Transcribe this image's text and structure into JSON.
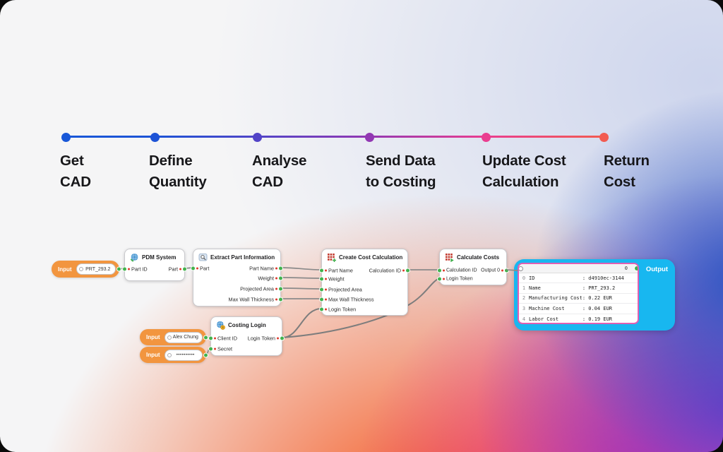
{
  "timeline": {
    "milestones": [
      {
        "label": "Get\nCAD",
        "color": "#1857d8"
      },
      {
        "label": "Define\nQuantity",
        "color": "#1d53d6"
      },
      {
        "label": "Analyse\nCAD",
        "color": "#5244c7"
      },
      {
        "label": "Send Data\nto Costing",
        "color": "#9238b3"
      },
      {
        "label": "Update Cost\nCalculation",
        "color": "#ea3d90"
      },
      {
        "label": "Return\nCost",
        "color": "#f25b51"
      }
    ]
  },
  "inputs": [
    {
      "label": "Input",
      "value": "PRT_293.2"
    },
    {
      "label": "Input",
      "value": "Alex Chung"
    },
    {
      "label": "Input",
      "value": "••••••••••"
    }
  ],
  "nodes": {
    "pdm": {
      "title": "PDM System",
      "icon": "globe-sync-icon",
      "inputs": [
        "Part ID"
      ],
      "outputs": [
        "Part"
      ]
    },
    "extract": {
      "title": "Extract Part Information",
      "icon": "magnifier-box-icon",
      "inputs": [
        "Part"
      ],
      "outputs": [
        "Part Name",
        "Weight",
        "Projected Area",
        "Max Wall Thickness"
      ]
    },
    "login": {
      "title": "Costing Login",
      "icon": "globe-coin-icon",
      "inputs": [
        "Client ID",
        "Secret"
      ],
      "outputs": [
        "Login Token"
      ]
    },
    "create": {
      "title": "Create Cost Calculation",
      "icon": "table-add-icon",
      "inputs": [
        "Part Name",
        "Weight",
        "Projected Area",
        "Max Wall Thickness",
        "Login Token"
      ],
      "outputs": [
        "Calculation ID"
      ]
    },
    "calculate": {
      "title": "Calculate Costs",
      "icon": "table-run-icon",
      "inputs": [
        "Calculation ID",
        "Login Token"
      ],
      "outputs": [
        "Output 0"
      ]
    }
  },
  "output_panel": {
    "label": "Output",
    "header_index": "0",
    "accent": "#18b7f0",
    "card_border": "#e05fb2",
    "rows": [
      {
        "index": "0",
        "text": "ID                : d4910ec-3144"
      },
      {
        "index": "1",
        "text": "Name              : PRT_293.2"
      },
      {
        "index": "2",
        "text": "Manufacturing Cost: 0.22 EUR"
      },
      {
        "index": "3",
        "text": "Machine Cost      : 0.04 EUR"
      },
      {
        "index": "4",
        "text": "Labor Cost        : 0.19 EUR"
      }
    ]
  },
  "colors": {
    "wire": "#8a8a8a",
    "port_green": "#42b24d",
    "port_red": "#df3a2e",
    "pill_orange": "#f2953f",
    "background_base": "#f5f5f6",
    "gradient_orange": "#f34e13",
    "gradient_pink": "#e2309b",
    "gradient_purple": "#7a35c8",
    "gradient_blue": "#2e55c2"
  }
}
